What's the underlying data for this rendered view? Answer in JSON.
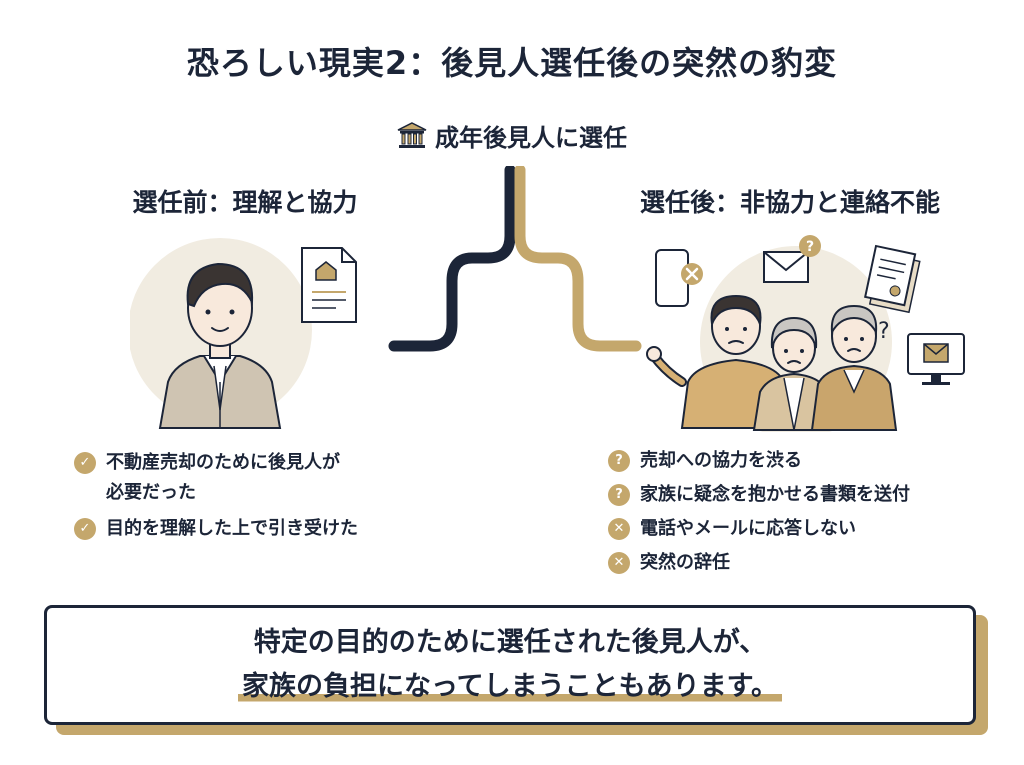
{
  "title": "恐ろしい現実2：後見人選任後の突然の豹変",
  "center": {
    "label": "成年後見人に選任",
    "icon": "courthouse-icon"
  },
  "left": {
    "heading": "選任前：理解と協力",
    "items": [
      {
        "line1": "不動産売却のために後見人が",
        "line2": "必要だった",
        "icon": "check-circle-icon"
      },
      {
        "line1": "目的を理解した上で引き受けた",
        "line2": "",
        "icon": "check-circle-icon"
      }
    ]
  },
  "right": {
    "heading": "選任後：非協力と連絡不能",
    "items": [
      {
        "text": "売却への協力を渋る",
        "icon": "question-circle-icon"
      },
      {
        "text": "家族に疑念を抱かせる書類を送付",
        "icon": "question-circle-icon"
      },
      {
        "text": "電話やメールに応答しない",
        "icon": "x-circle-icon"
      },
      {
        "text": "突然の辞任",
        "icon": "x-circle-icon"
      }
    ]
  },
  "footer": {
    "line1": "特定の目的のために選任された後見人が、",
    "line2": "家族の負担になってしまうこともあります。"
  },
  "colors": {
    "navy": "#1c2538",
    "gold": "#c4a76c",
    "beige": "#f1ece1"
  }
}
